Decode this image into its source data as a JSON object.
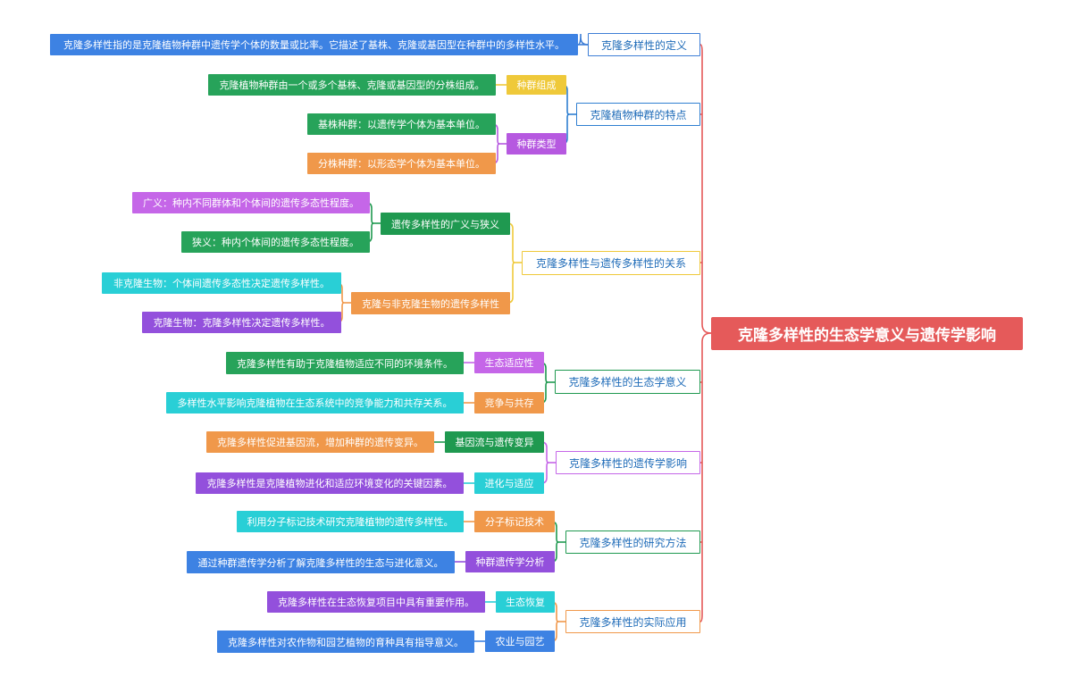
{
  "root": {
    "label": "克隆多样性的生态学意义与遗传学影响",
    "color": "#e55a5a"
  },
  "branches": [
    {
      "label": "克隆多样性的定义",
      "color": "#3e7ed6",
      "children": [
        {
          "label": "克隆多样性指的是克隆植物种群中遗传学个体的数量或比率。它描述了基株、克隆或基因型在种群中的多样性水平。",
          "color": "#3d82e3"
        }
      ]
    },
    {
      "label": "克隆植物种群的特点",
      "color": "#2f7fd1",
      "children": [
        {
          "label": "种群组成",
          "color": "#efc93a",
          "children": [
            {
              "label": "克隆植物种群由一个或多个基株、克隆或基因型的分株组成。",
              "color": "#27a35a"
            }
          ]
        },
        {
          "label": "种群类型",
          "color": "#b659e0",
          "children": [
            {
              "label": "基株种群：以遗传学个体为基本单位。",
              "color": "#27a35a"
            },
            {
              "label": "分株种群：以形态学个体为基本单位。",
              "color": "#f0984a"
            }
          ]
        }
      ]
    },
    {
      "label": "克隆多样性与遗传多样性的关系",
      "color": "#efc93a",
      "children": [
        {
          "label": "遗传多样性的广义与狭义",
          "color": "#1f9950",
          "children": [
            {
              "label": "广义：种内不同群体和个体间的遗传多态性程度。",
              "color": "#c566e8"
            },
            {
              "label": "狭义：种内个体间的遗传多态性程度。",
              "color": "#27a35a"
            }
          ]
        },
        {
          "label": "克隆与非克隆生物的遗传多样性",
          "color": "#f0984a",
          "children": [
            {
              "label": "非克隆生物：个体间遗传多态性决定遗传多样性。",
              "color": "#29cfd6"
            },
            {
              "label": "克隆生物：克隆多样性决定遗传多样性。",
              "color": "#9350dc"
            }
          ]
        }
      ]
    },
    {
      "label": "克隆多样性的生态学意义",
      "color": "#1f9950",
      "children": [
        {
          "label": "生态适应性",
          "color": "#c566e8",
          "children": [
            {
              "label": "克隆多样性有助于克隆植物适应不同的环境条件。",
              "color": "#27a35a"
            }
          ]
        },
        {
          "label": "竞争与共存",
          "color": "#f0984a",
          "children": [
            {
              "label": "多样性水平影响克隆植物在生态系统中的竞争能力和共存关系。",
              "color": "#29cfd6"
            }
          ]
        }
      ]
    },
    {
      "label": "克隆多样性的遗传学影响",
      "color": "#c566e8",
      "children": [
        {
          "label": "基因流与遗传变异",
          "color": "#1f9950",
          "children": [
            {
              "label": "克隆多样性促进基因流，增加种群的遗传变异。",
              "color": "#f0984a"
            }
          ]
        },
        {
          "label": "进化与适应",
          "color": "#29cfd6",
          "children": [
            {
              "label": "克隆多样性是克隆植物进化和适应环境变化的关键因素。",
              "color": "#9350dc"
            }
          ]
        }
      ]
    },
    {
      "label": "克隆多样性的研究方法",
      "color": "#1f9950",
      "children": [
        {
          "label": "分子标记技术",
          "color": "#f0984a",
          "children": [
            {
              "label": "利用分子标记技术研究克隆植物的遗传多样性。",
              "color": "#29cfd6"
            }
          ]
        },
        {
          "label": "种群遗传学分析",
          "color": "#9350dc",
          "children": [
            {
              "label": "通过种群遗传学分析了解克隆多样性的生态与进化意义。",
              "color": "#3d82e3"
            }
          ]
        }
      ]
    },
    {
      "label": "克隆多样性的实际应用",
      "color": "#f0984a",
      "children": [
        {
          "label": "生态恢复",
          "color": "#29cfd6",
          "children": [
            {
              "label": "克隆多样性在生态恢复项目中具有重要作用。",
              "color": "#9350dc"
            }
          ]
        },
        {
          "label": "农业与园艺",
          "color": "#3d82e3",
          "children": [
            {
              "label": "克隆多样性对农作物和园艺植物的育种具有指导意义。",
              "color": "#3d82e3"
            }
          ]
        }
      ]
    }
  ]
}
